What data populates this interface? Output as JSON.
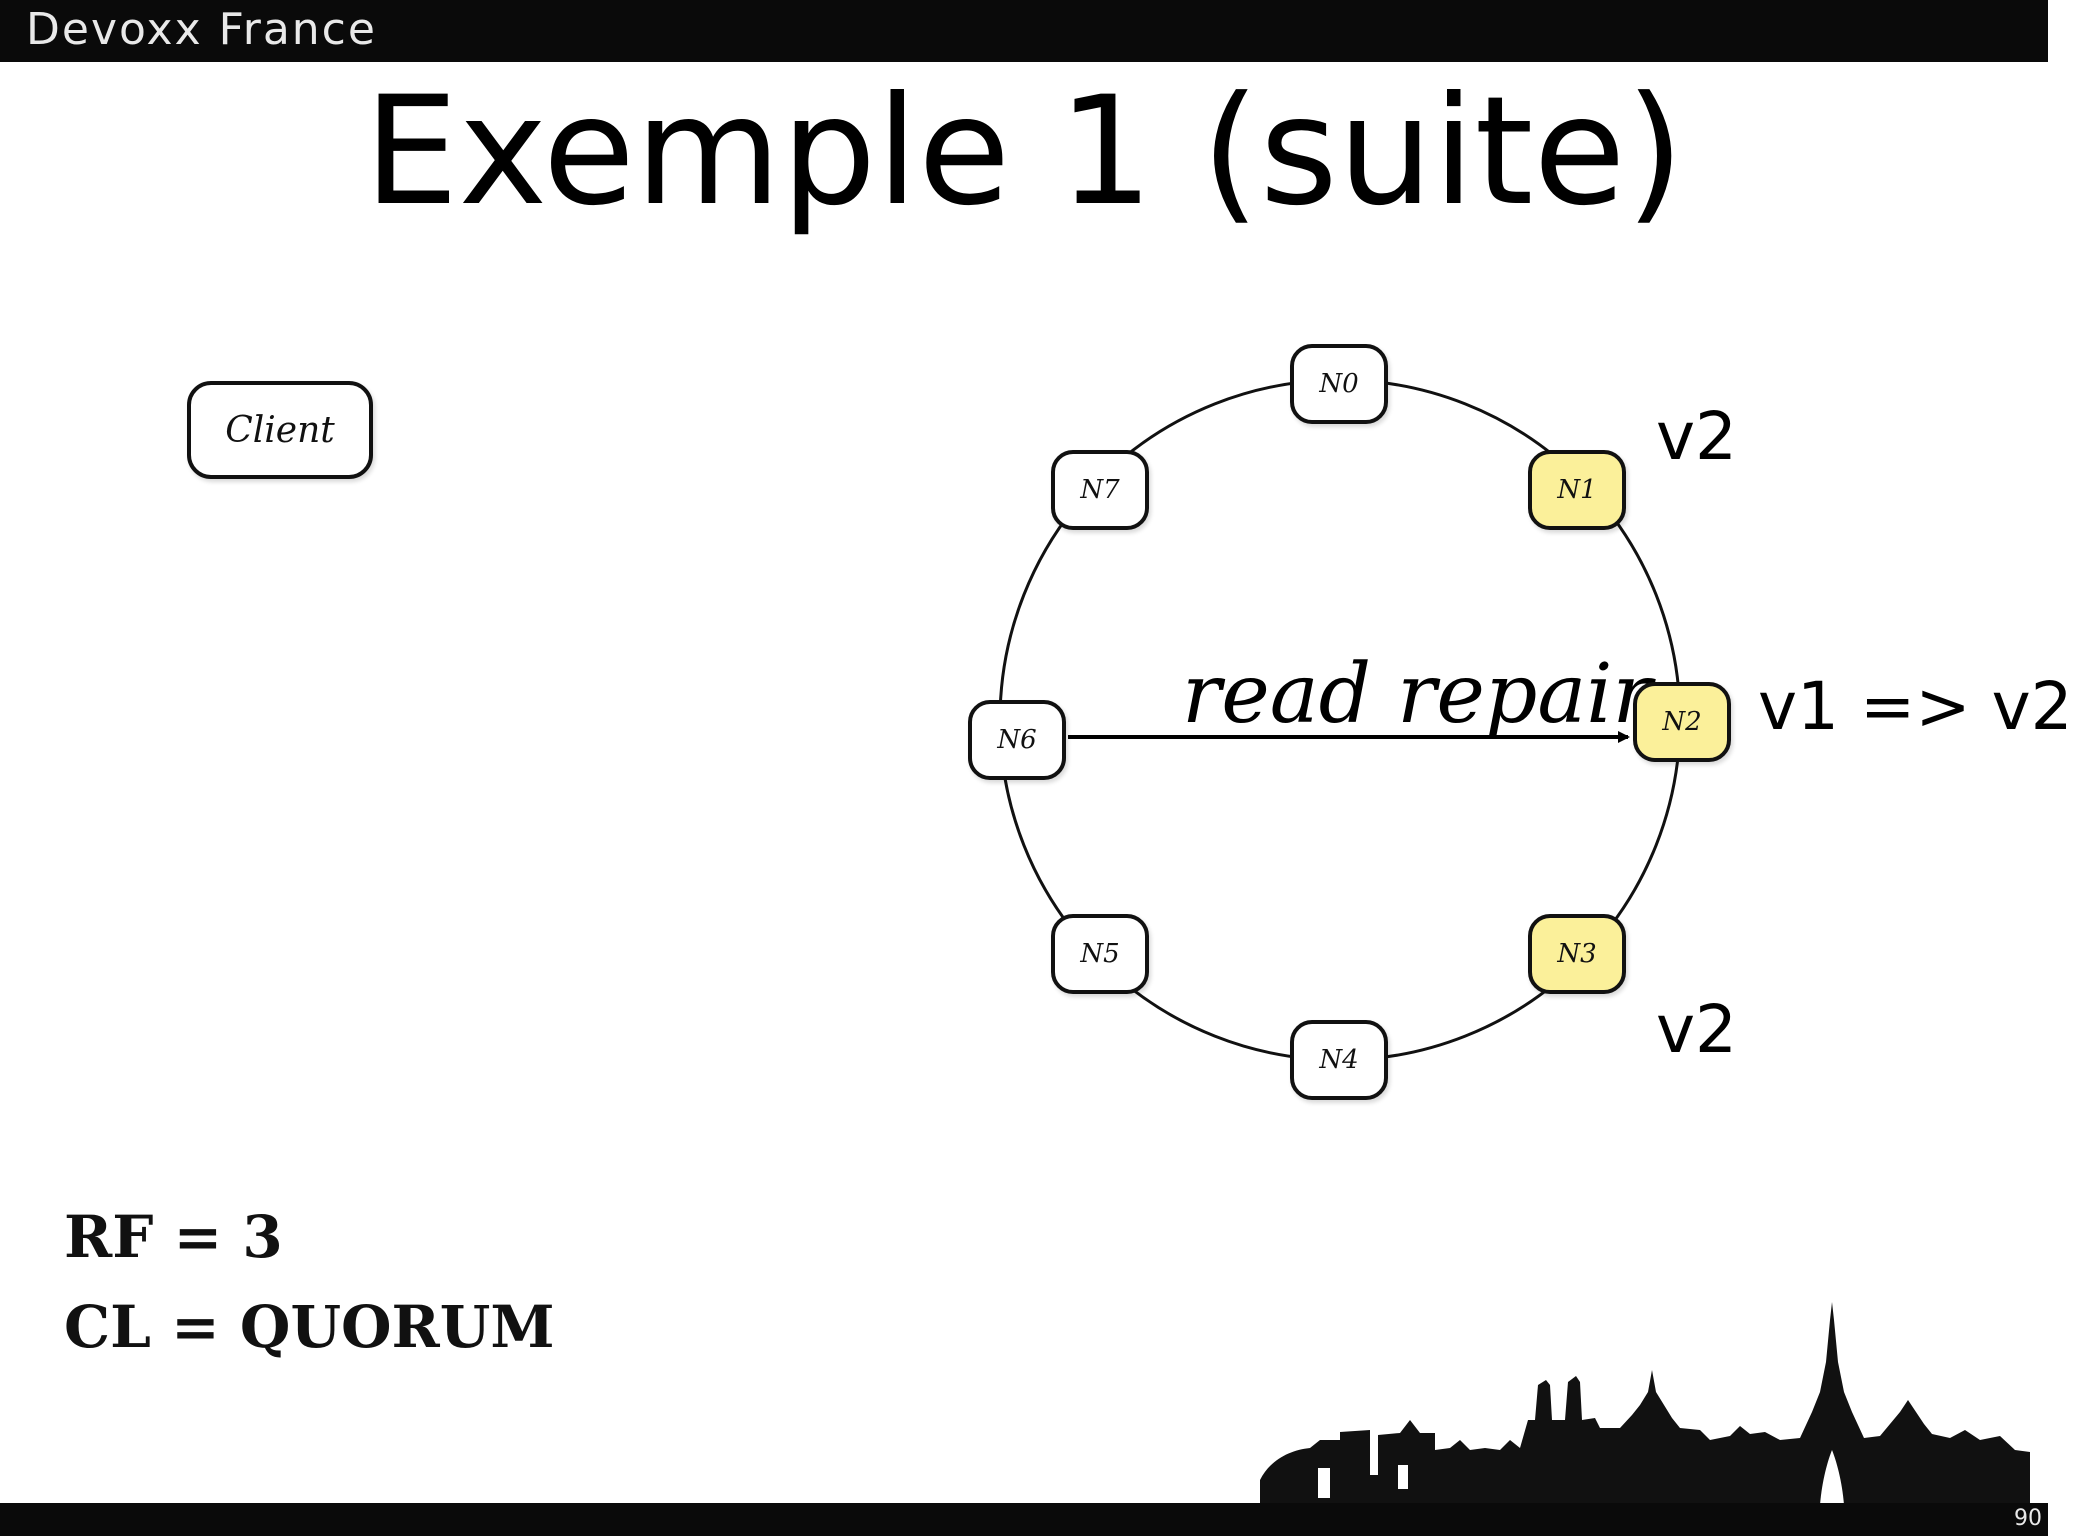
{
  "header": {
    "brand": "Devoxx France"
  },
  "slide": {
    "title": "Exemple 1 (suite)",
    "page_number": "90"
  },
  "client": {
    "label": "Client"
  },
  "ring": {
    "nodes": [
      {
        "id": "N0",
        "highlighted": false
      },
      {
        "id": "N1",
        "highlighted": true,
        "version": "v2"
      },
      {
        "id": "N2",
        "highlighted": true,
        "version": "v1 => v2"
      },
      {
        "id": "N3",
        "highlighted": true,
        "version": "v2"
      },
      {
        "id": "N4",
        "highlighted": false
      },
      {
        "id": "N5",
        "highlighted": false
      },
      {
        "id": "N6",
        "highlighted": false
      },
      {
        "id": "N7",
        "highlighted": false
      }
    ],
    "arrow": {
      "label": "read repair",
      "from": "N6",
      "to": "N2"
    },
    "highlight_color": "#fbf09a"
  },
  "config": {
    "rf": "RF = 3",
    "cl": "CL = QUORUM"
  }
}
